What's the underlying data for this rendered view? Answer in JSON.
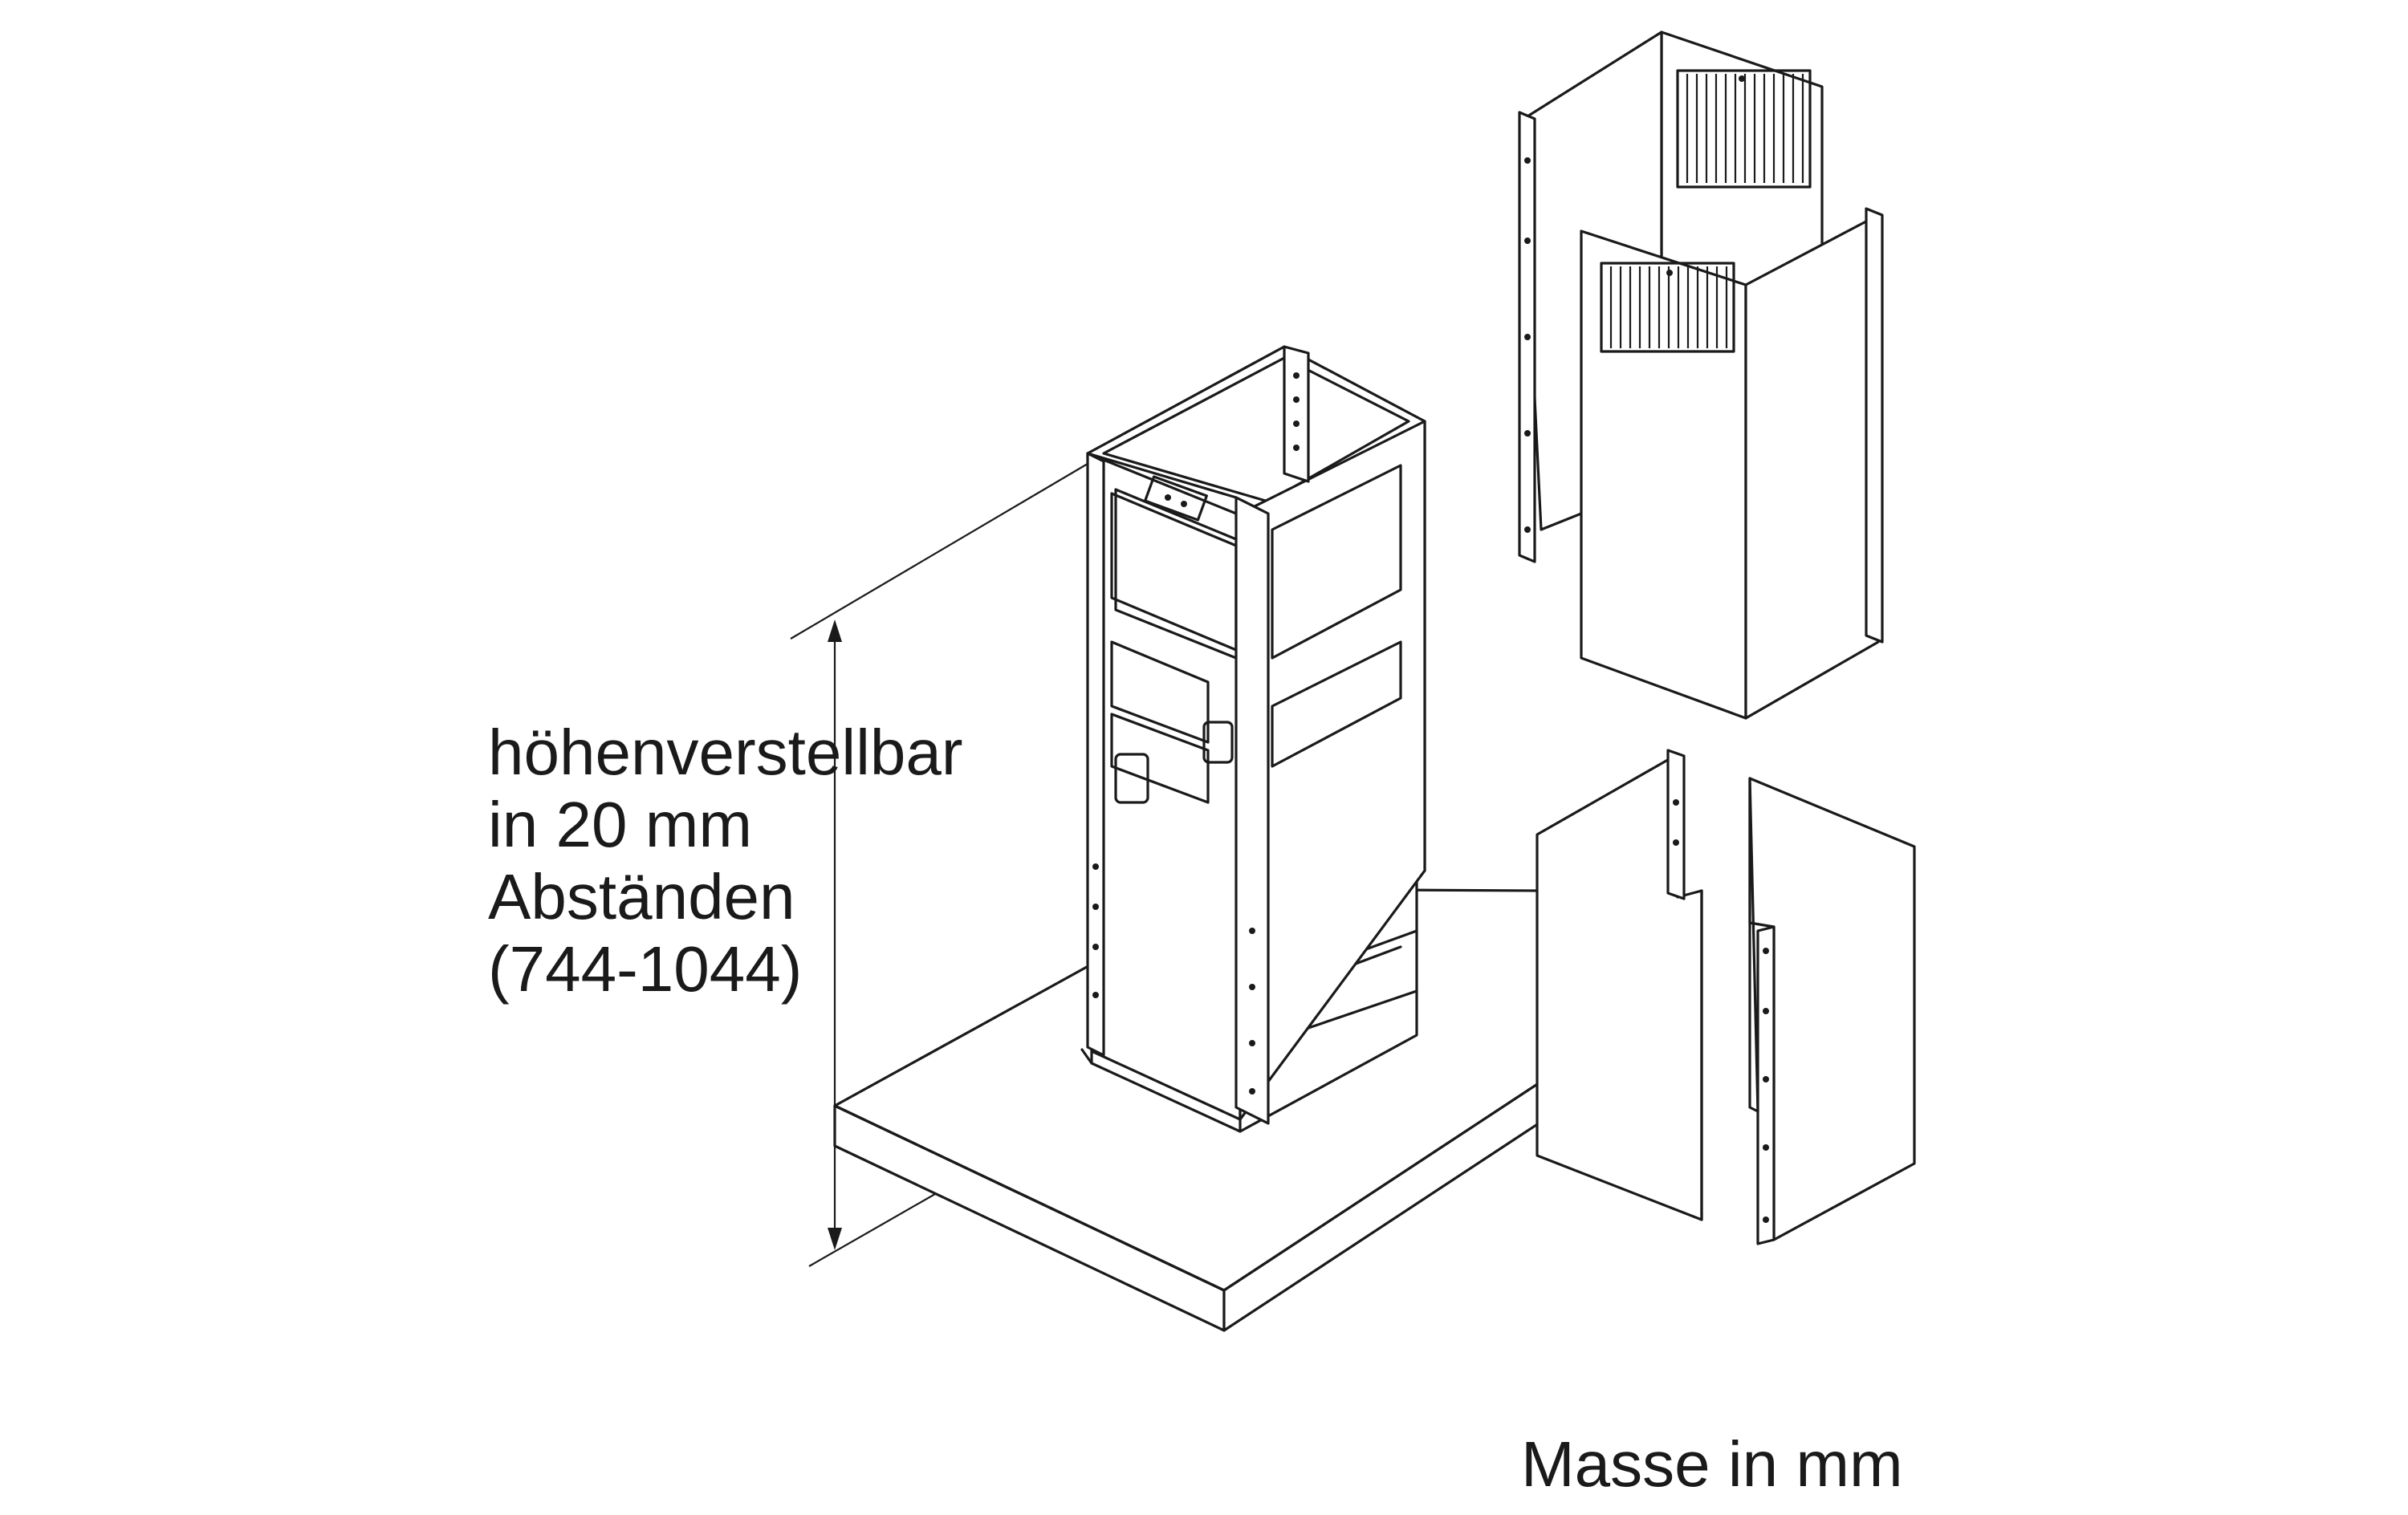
{
  "labels": {
    "height_adjustment": [
      "höhenverstellbar",
      "in 20 mm",
      "Abständen",
      "(744-1044)"
    ],
    "units_note": "Masse in mm"
  },
  "colors": {
    "line": "#1a1a1a",
    "background": "#ffffff"
  }
}
